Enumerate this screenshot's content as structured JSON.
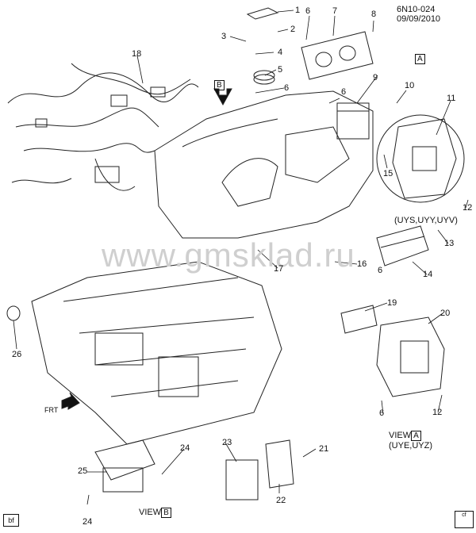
{
  "header": {
    "code": "6N10-024",
    "date": "09/09/2010"
  },
  "watermark": "www.gmsklad.ru",
  "callouts": [
    "1",
    "2",
    "3",
    "4",
    "5",
    "6",
    "6",
    "6",
    "6",
    "6",
    "7",
    "8",
    "9",
    "10",
    "11",
    "12",
    "12",
    "13",
    "14",
    "15",
    "16",
    "17",
    "18",
    "19",
    "20",
    "21",
    "22",
    "23",
    "24",
    "24",
    "25",
    "26"
  ],
  "view_markers": {
    "A": "A",
    "B": "B"
  },
  "view_a": {
    "prefix": "VIEW",
    "letter": "A",
    "codes": "(UYE,UYZ)"
  },
  "view_b": {
    "prefix": "VIEW",
    "letter": "B"
  },
  "detail_a_codes": "(UYS,UYY,UYV)",
  "front_arrow": "FRT",
  "footer_badge": "bf",
  "corner_tag": "cf"
}
